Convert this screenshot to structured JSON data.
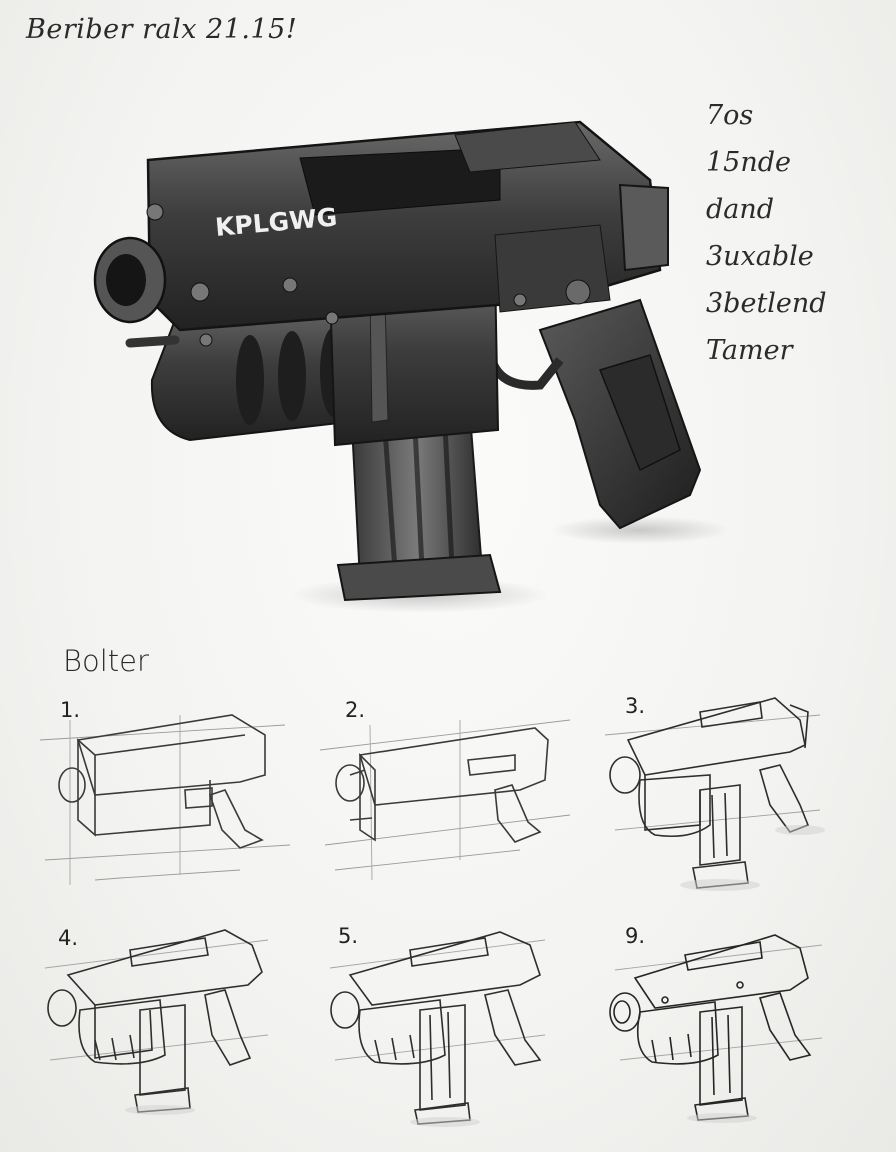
{
  "header_note": "Beriber ralx 21.15!",
  "side_notes": [
    "7os",
    "15nde",
    "dand",
    "3uxable",
    "3betlend",
    "Tamer"
  ],
  "gun_marking": "KPLGWG",
  "section_title": "Bolter",
  "steps": [
    {
      "label": "1."
    },
    {
      "label": "2."
    },
    {
      "label": "3."
    },
    {
      "label": "4."
    },
    {
      "label": "5."
    },
    {
      "label": "9."
    }
  ],
  "colors": {
    "ink": "#2a2a2a",
    "paper": "#f4f4f2",
    "graphite": "#3c3c3c"
  }
}
